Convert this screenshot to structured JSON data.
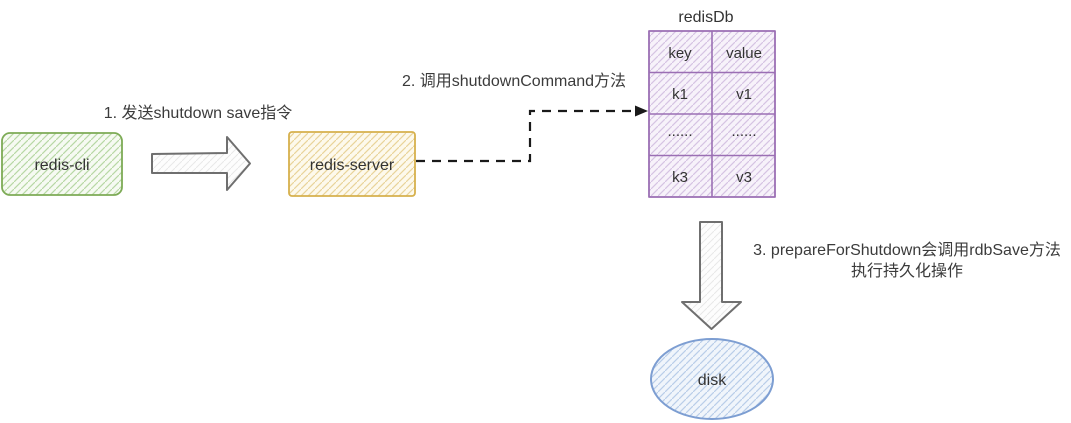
{
  "diagram": {
    "background": "#ffffff",
    "text_color": "#333333",
    "nodes": {
      "redis_cli": {
        "label": "redis-cli",
        "border": "#7dab56",
        "fill": "#f6faf2"
      },
      "redis_server": {
        "label": "redis-server",
        "border": "#d6b04c",
        "fill": "#fdf9ec"
      },
      "disk": {
        "label": "disk",
        "border": "#7d9ed2",
        "fill": "#f0f5fb"
      }
    },
    "table": {
      "title": "redisDb",
      "border": "#9b6fb4",
      "fill": "#f7f2fa",
      "columns": [
        "key",
        "value"
      ],
      "rows": [
        [
          "k1",
          "v1"
        ],
        [
          "......",
          "......"
        ],
        [
          "k3",
          "v3"
        ]
      ]
    },
    "steps": {
      "step1": "1. 发送shutdown save指令",
      "step2": "2. 调用shutdownCommand方法",
      "step3_line1": "3. prepareForShutdown会调用rdbSave方法",
      "step3_line2": "执行持久化操作"
    },
    "arrows": {
      "block_outline": "#6f6f6f",
      "block_fill": "#fdfdfd",
      "dashed_stroke": "#1a1a1a"
    },
    "hatch": {
      "green": "#b8d8a5",
      "yellow": "#e9d49a",
      "purple": "#d5c3e3",
      "blue": "#b9cde9",
      "gray": "#e8e8e8"
    }
  }
}
